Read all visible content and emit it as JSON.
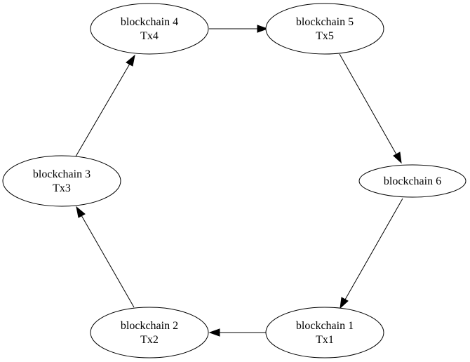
{
  "diagram": {
    "nodes": [
      {
        "id": "blockchain-1",
        "label": "blockchain 1",
        "sublabel": "Tx1",
        "fill": "#ffffff"
      },
      {
        "id": "blockchain-2",
        "label": "blockchain 2",
        "sublabel": "Tx2",
        "fill": "#ffffff"
      },
      {
        "id": "blockchain-3",
        "label": "blockchain 3",
        "sublabel": "Tx3",
        "fill": "#ffffff"
      },
      {
        "id": "blockchain-4",
        "label": "blockchain 4",
        "sublabel": "Tx4",
        "fill": "#ffffff"
      },
      {
        "id": "blockchain-5",
        "label": "blockchain 5",
        "sublabel": "Tx5",
        "fill": "#ffffff"
      },
      {
        "id": "blockchain-6",
        "label": "blockchain 6",
        "sublabel": "",
        "fill": "#daa520"
      }
    ],
    "edges": [
      {
        "from": "blockchain-1",
        "to": "blockchain-2"
      },
      {
        "from": "blockchain-2",
        "to": "blockchain-3"
      },
      {
        "from": "blockchain-3",
        "to": "blockchain-4"
      },
      {
        "from": "blockchain-4",
        "to": "blockchain-5"
      },
      {
        "from": "blockchain-5",
        "to": "blockchain-6"
      },
      {
        "from": "blockchain-6",
        "to": "blockchain-1"
      }
    ]
  }
}
